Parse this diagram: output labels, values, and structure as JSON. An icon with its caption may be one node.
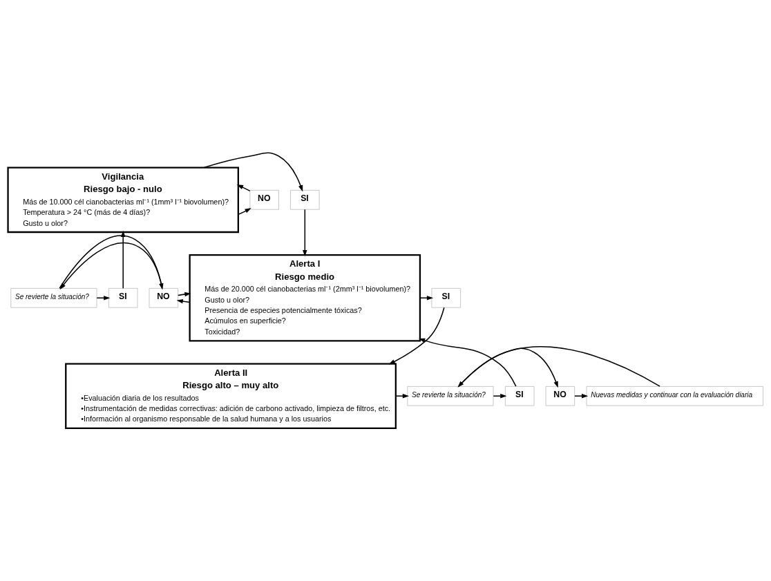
{
  "diagram": {
    "nodes": [
      {
        "text": [
          "Vigilancia",
          "Riesgo bajo - nulo",
          "Más de 10.000 cél cianobacterias ml⁻¹ (1mm³ l⁻¹ biovolumen)?",
          "Temperatura > 24 °C (más de 4 días)?",
          "Gusto u olor?"
        ]
      },
      {
        "text": [
          "NO"
        ]
      },
      {
        "text": [
          "SI"
        ]
      },
      {
        "text": [
          "Alerta I",
          "Riesgo medio",
          "Más de 20.000 cél cianobacterias ml⁻¹ (2mm³ l⁻¹ biovolumen)?",
          "Gusto u olor?",
          "Presencia de especies potencialmente tóxicas?",
          "Acúmulos en superficie?",
          "Toxicidad?"
        ]
      },
      {
        "text": [
          "NO"
        ]
      },
      {
        "text": [
          "SI"
        ]
      },
      {
        "text": [
          "Se revierte la situación?"
        ]
      },
      {
        "text": [
          "SI"
        ]
      },
      {
        "text": [
          "Alerta II",
          "Riesgo alto – muy alto",
          "•Evaluación diaria de los resultados",
          "•Instrumentación de medidas correctivas: adición de carbono activado, limpieza de filtros, etc.",
          "•Información al organismo responsable de la salud humana y a los usuarios"
        ]
      },
      {
        "text": [
          "Se revierte la situación?"
        ]
      },
      {
        "text": [
          "SI"
        ]
      },
      {
        "text": [
          "NO"
        ]
      },
      {
        "text": [
          "Nuevas medidas y continuar con la evaluación diaria"
        ]
      }
    ],
    "edges": [
      {
        "from": 0,
        "to": 1,
        "arrow": "to"
      },
      {
        "from": 0,
        "to": 2,
        "arrow": "to"
      },
      {
        "from": 1,
        "to": 0,
        "arrow": "to"
      },
      {
        "from": 2,
        "to": 3,
        "arrow": "to"
      },
      {
        "from": 3,
        "to": 4,
        "arrow": "to"
      },
      {
        "from": 3,
        "to": 5,
        "arrow": "to"
      },
      {
        "from": 4,
        "to": 3,
        "arrow": "to"
      },
      {
        "from": 4,
        "to": 6,
        "arrow": "to"
      },
      {
        "from": 6,
        "to": 4,
        "arrow": "to"
      },
      {
        "from": 6,
        "to": 7,
        "arrow": "to"
      },
      {
        "from": 7,
        "to": 0,
        "arrow": "to"
      },
      {
        "from": 5,
        "to": 8,
        "arrow": "to"
      },
      {
        "from": 8,
        "to": 9,
        "arrow": "to"
      },
      {
        "from": 9,
        "to": 10,
        "arrow": "to"
      },
      {
        "from": 9,
        "to": 11,
        "arrow": "to"
      },
      {
        "from": 11,
        "to": 12,
        "arrow": "to"
      },
      {
        "from": 12,
        "to": 9,
        "arrow": "to"
      },
      {
        "from": 10,
        "to": 3,
        "arrow": "to"
      }
    ]
  }
}
